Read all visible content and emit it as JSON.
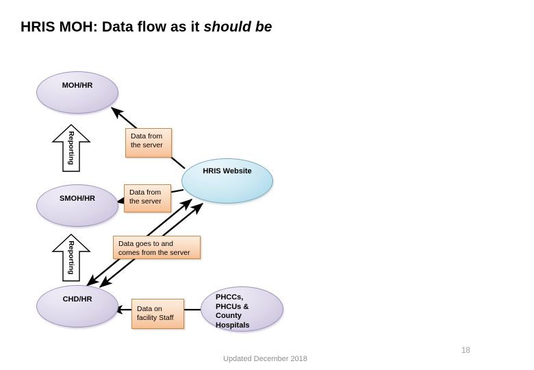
{
  "slide": {
    "title_prefix": "HRIS MOH: Data flow as it ",
    "title_italic": "should be",
    "footer_date": "Updated December 2018",
    "page_number": "18",
    "background_color": "#ffffff"
  },
  "colors": {
    "ellipse_purple_fill": "#ded8ec",
    "ellipse_purple_border": "#9d92bb",
    "ellipse_blue_fill": "#cce9f3",
    "ellipse_blue_border": "#7aa9bd",
    "note_box_fill": "#f9cfae",
    "note_box_border": "#c08a4d",
    "connector_color": "#000000",
    "footer_text_color": "#8e8e8e"
  },
  "diagram": {
    "type": "flow-diagram",
    "nodes": [
      {
        "id": "moh-hr",
        "label": "MOH/HR",
        "shape": "ellipse",
        "style": "purple"
      },
      {
        "id": "smoh-hr",
        "label": "SMOH/HR",
        "shape": "ellipse",
        "style": "purple"
      },
      {
        "id": "chd-hr",
        "label": "CHD/HR",
        "shape": "ellipse",
        "style": "purple"
      },
      {
        "id": "phccs",
        "label": "PHCCs,\nPHCUs &\nCounty\nHospitals",
        "shape": "ellipse",
        "style": "purple"
      },
      {
        "id": "hris-web",
        "label": "HRIS Website",
        "shape": "ellipse",
        "style": "blue"
      }
    ],
    "notes": [
      {
        "id": "note-data-from-server-1",
        "label": "Data from\nthe server"
      },
      {
        "id": "note-data-from-server-2",
        "label": "Data from\nthe server"
      },
      {
        "id": "note-data-both-ways",
        "label": "Data goes to and\ncomes from the server"
      },
      {
        "id": "note-facility-staff",
        "label": "Data on\nfacility Staff"
      }
    ],
    "block_arrows": [
      {
        "id": "reporting-smoh-to-moh",
        "label": "Reporting",
        "direction": "up"
      },
      {
        "id": "reporting-chd-to-smoh",
        "label": "Reporting",
        "direction": "up"
      }
    ],
    "edges": [
      {
        "from": "hris-web",
        "to": "moh-hr",
        "arrow": "single",
        "note": "note-data-from-server-1"
      },
      {
        "from": "hris-web",
        "to": "smoh-hr",
        "arrow": "single",
        "note": "note-data-from-server-2"
      },
      {
        "from": "chd-hr",
        "to": "hris-web",
        "arrow": "double",
        "note": "note-data-both-ways"
      },
      {
        "from": "phccs",
        "to": "chd-hr",
        "arrow": "single",
        "note": "note-facility-staff"
      }
    ]
  }
}
